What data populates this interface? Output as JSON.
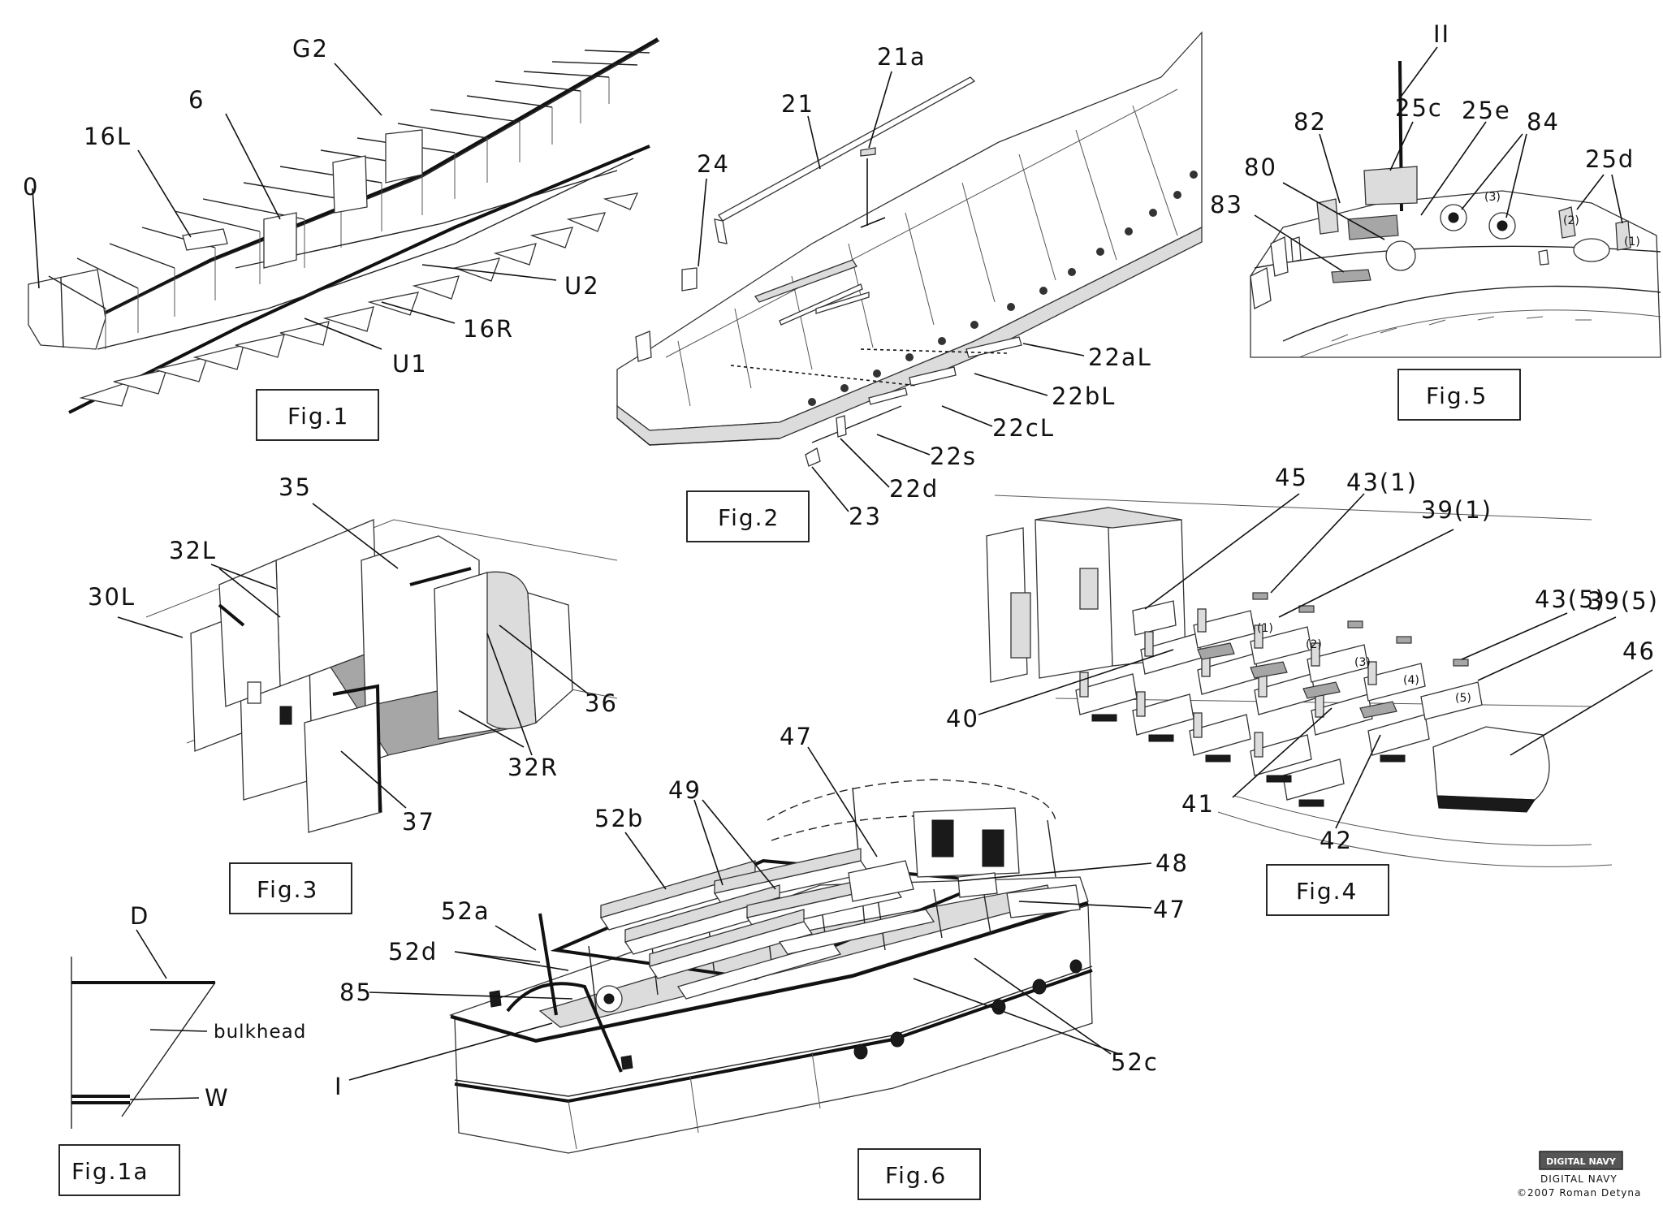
{
  "figures": {
    "fig1": "Fig.1",
    "fig1a": "Fig.1a",
    "fig2": "Fig.2",
    "fig3": "Fig.3",
    "fig4": "Fig.4",
    "fig5": "Fig.5",
    "fig6": "Fig.6"
  },
  "fig1_labels": {
    "l0": "0",
    "l16L": "16L",
    "l6": "6",
    "lG2": "G2",
    "lU2": "U2",
    "l16R": "16R",
    "lU1": "U1"
  },
  "fig1a_labels": {
    "D": "D",
    "bulkhead": "bulkhead",
    "W": "W"
  },
  "fig2_labels": {
    "l24": "24",
    "l21": "21",
    "l21a": "21a",
    "l22aL": "22aL",
    "l22bL": "22bL",
    "l22cL": "22cL",
    "l22s": "22s",
    "l22d": "22d",
    "l23": "23"
  },
  "fig3_labels": {
    "l35": "35",
    "l32L": "32L",
    "l30L": "30L",
    "l36": "36",
    "l32R": "32R",
    "l37": "37"
  },
  "fig4_labels": {
    "l45": "45",
    "l43_1": "43(1)",
    "l39_1": "39(1)",
    "l43_5": "43(5)",
    "l39_5": "39(5)",
    "l46": "46",
    "l40": "40",
    "l41": "41",
    "l42": "42",
    "s1": "(1)",
    "s2": "(2)",
    "s3": "(3)",
    "s4": "(4)",
    "s5": "(5)"
  },
  "fig5_labels": {
    "II": "II",
    "l82": "82",
    "l25c": "25c",
    "l25e": "25e",
    "l84": "84",
    "l25d": "25d",
    "l80": "80",
    "l83": "83",
    "s3": "(3)",
    "s2": "(2)",
    "s1": "(1)"
  },
  "fig6_labels": {
    "l47a": "47",
    "l49": "49",
    "l52b": "52b",
    "l48": "48",
    "l47b": "47",
    "l52a": "52a",
    "l52d": "52d",
    "l85": "85",
    "I": "I",
    "l52c": "52c"
  },
  "credit": {
    "logo": "DIGITAL NAVY",
    "name": "DIGITAL NAVY",
    "copyright": "©2007 Roman Detyna"
  }
}
